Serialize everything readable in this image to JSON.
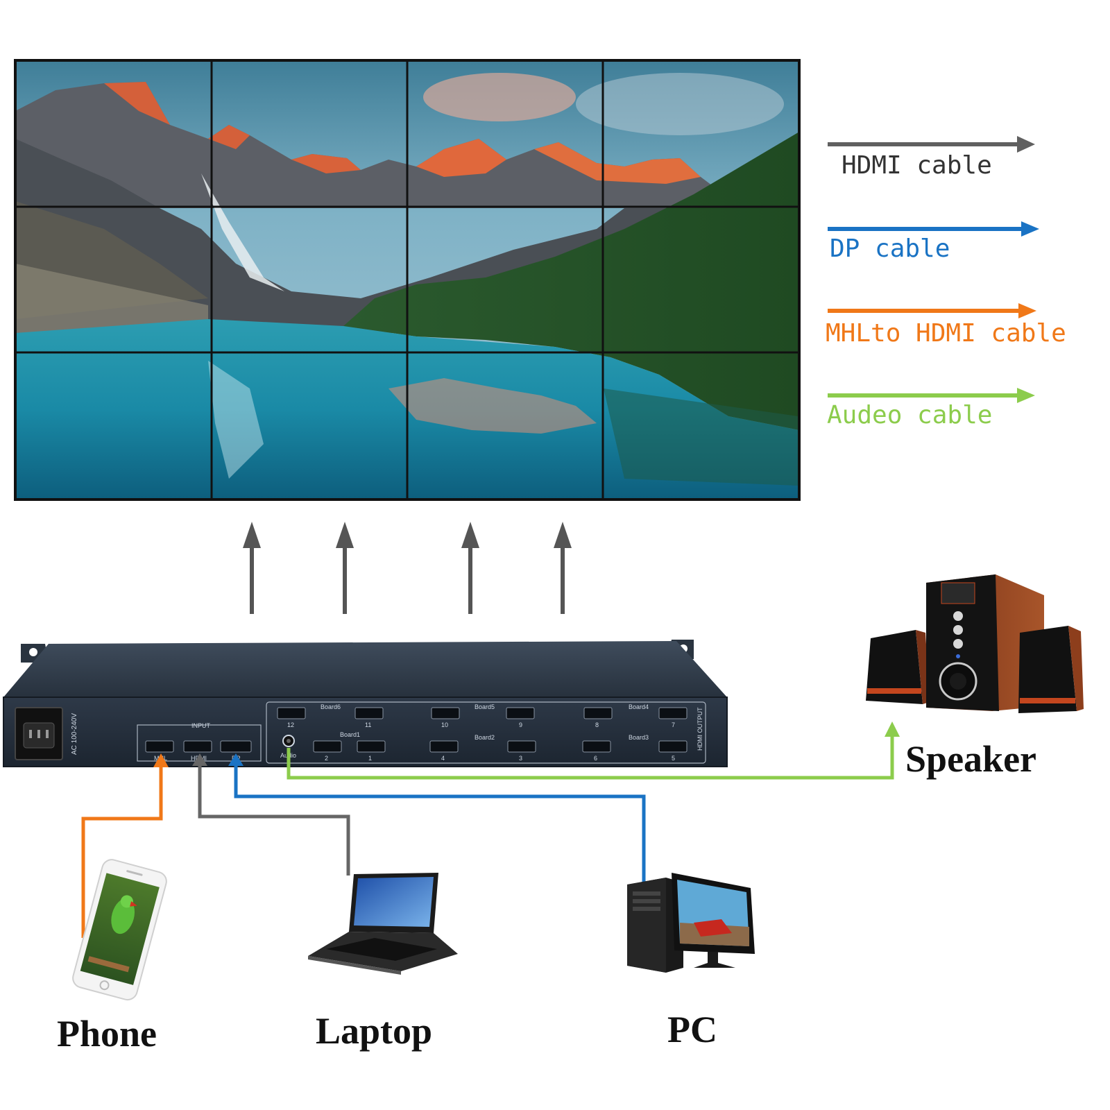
{
  "legend": {
    "items": [
      {
        "label": "HDMI cable",
        "color": "#606060"
      },
      {
        "label": "DP cable",
        "color": "#1a73c4"
      },
      {
        "label": "MHLto HDMI cable",
        "color": "#f07818"
      },
      {
        "label": "Audeo cable",
        "color": "#8ccc4c"
      }
    ]
  },
  "devices": {
    "phone": "Phone",
    "laptop": "Laptop",
    "pc": "PC",
    "speaker": "Speaker"
  },
  "processor": {
    "power_label": "AC 100-240V",
    "input_label": "INPUT",
    "input_ports": [
      "MHL",
      "HDMI",
      "DP"
    ],
    "audio_label": "Audio",
    "output_label": "HDMI OUTPUT",
    "boards": [
      "Board6",
      "Board5",
      "Board4",
      "Board1",
      "Board2",
      "Board3"
    ],
    "port_numbers_top": [
      "12",
      "11",
      "10",
      "9",
      "8",
      "7"
    ],
    "port_numbers_bottom": [
      "2",
      "1",
      "4",
      "3",
      "6",
      "5"
    ]
  },
  "video_wall": {
    "rows": 3,
    "cols": 4
  },
  "icons": [
    "phone-icon",
    "laptop-icon",
    "desktop-pc-icon",
    "speaker-icon",
    "hdmi-port-icon",
    "power-socket-icon",
    "arrow-up-icon"
  ]
}
